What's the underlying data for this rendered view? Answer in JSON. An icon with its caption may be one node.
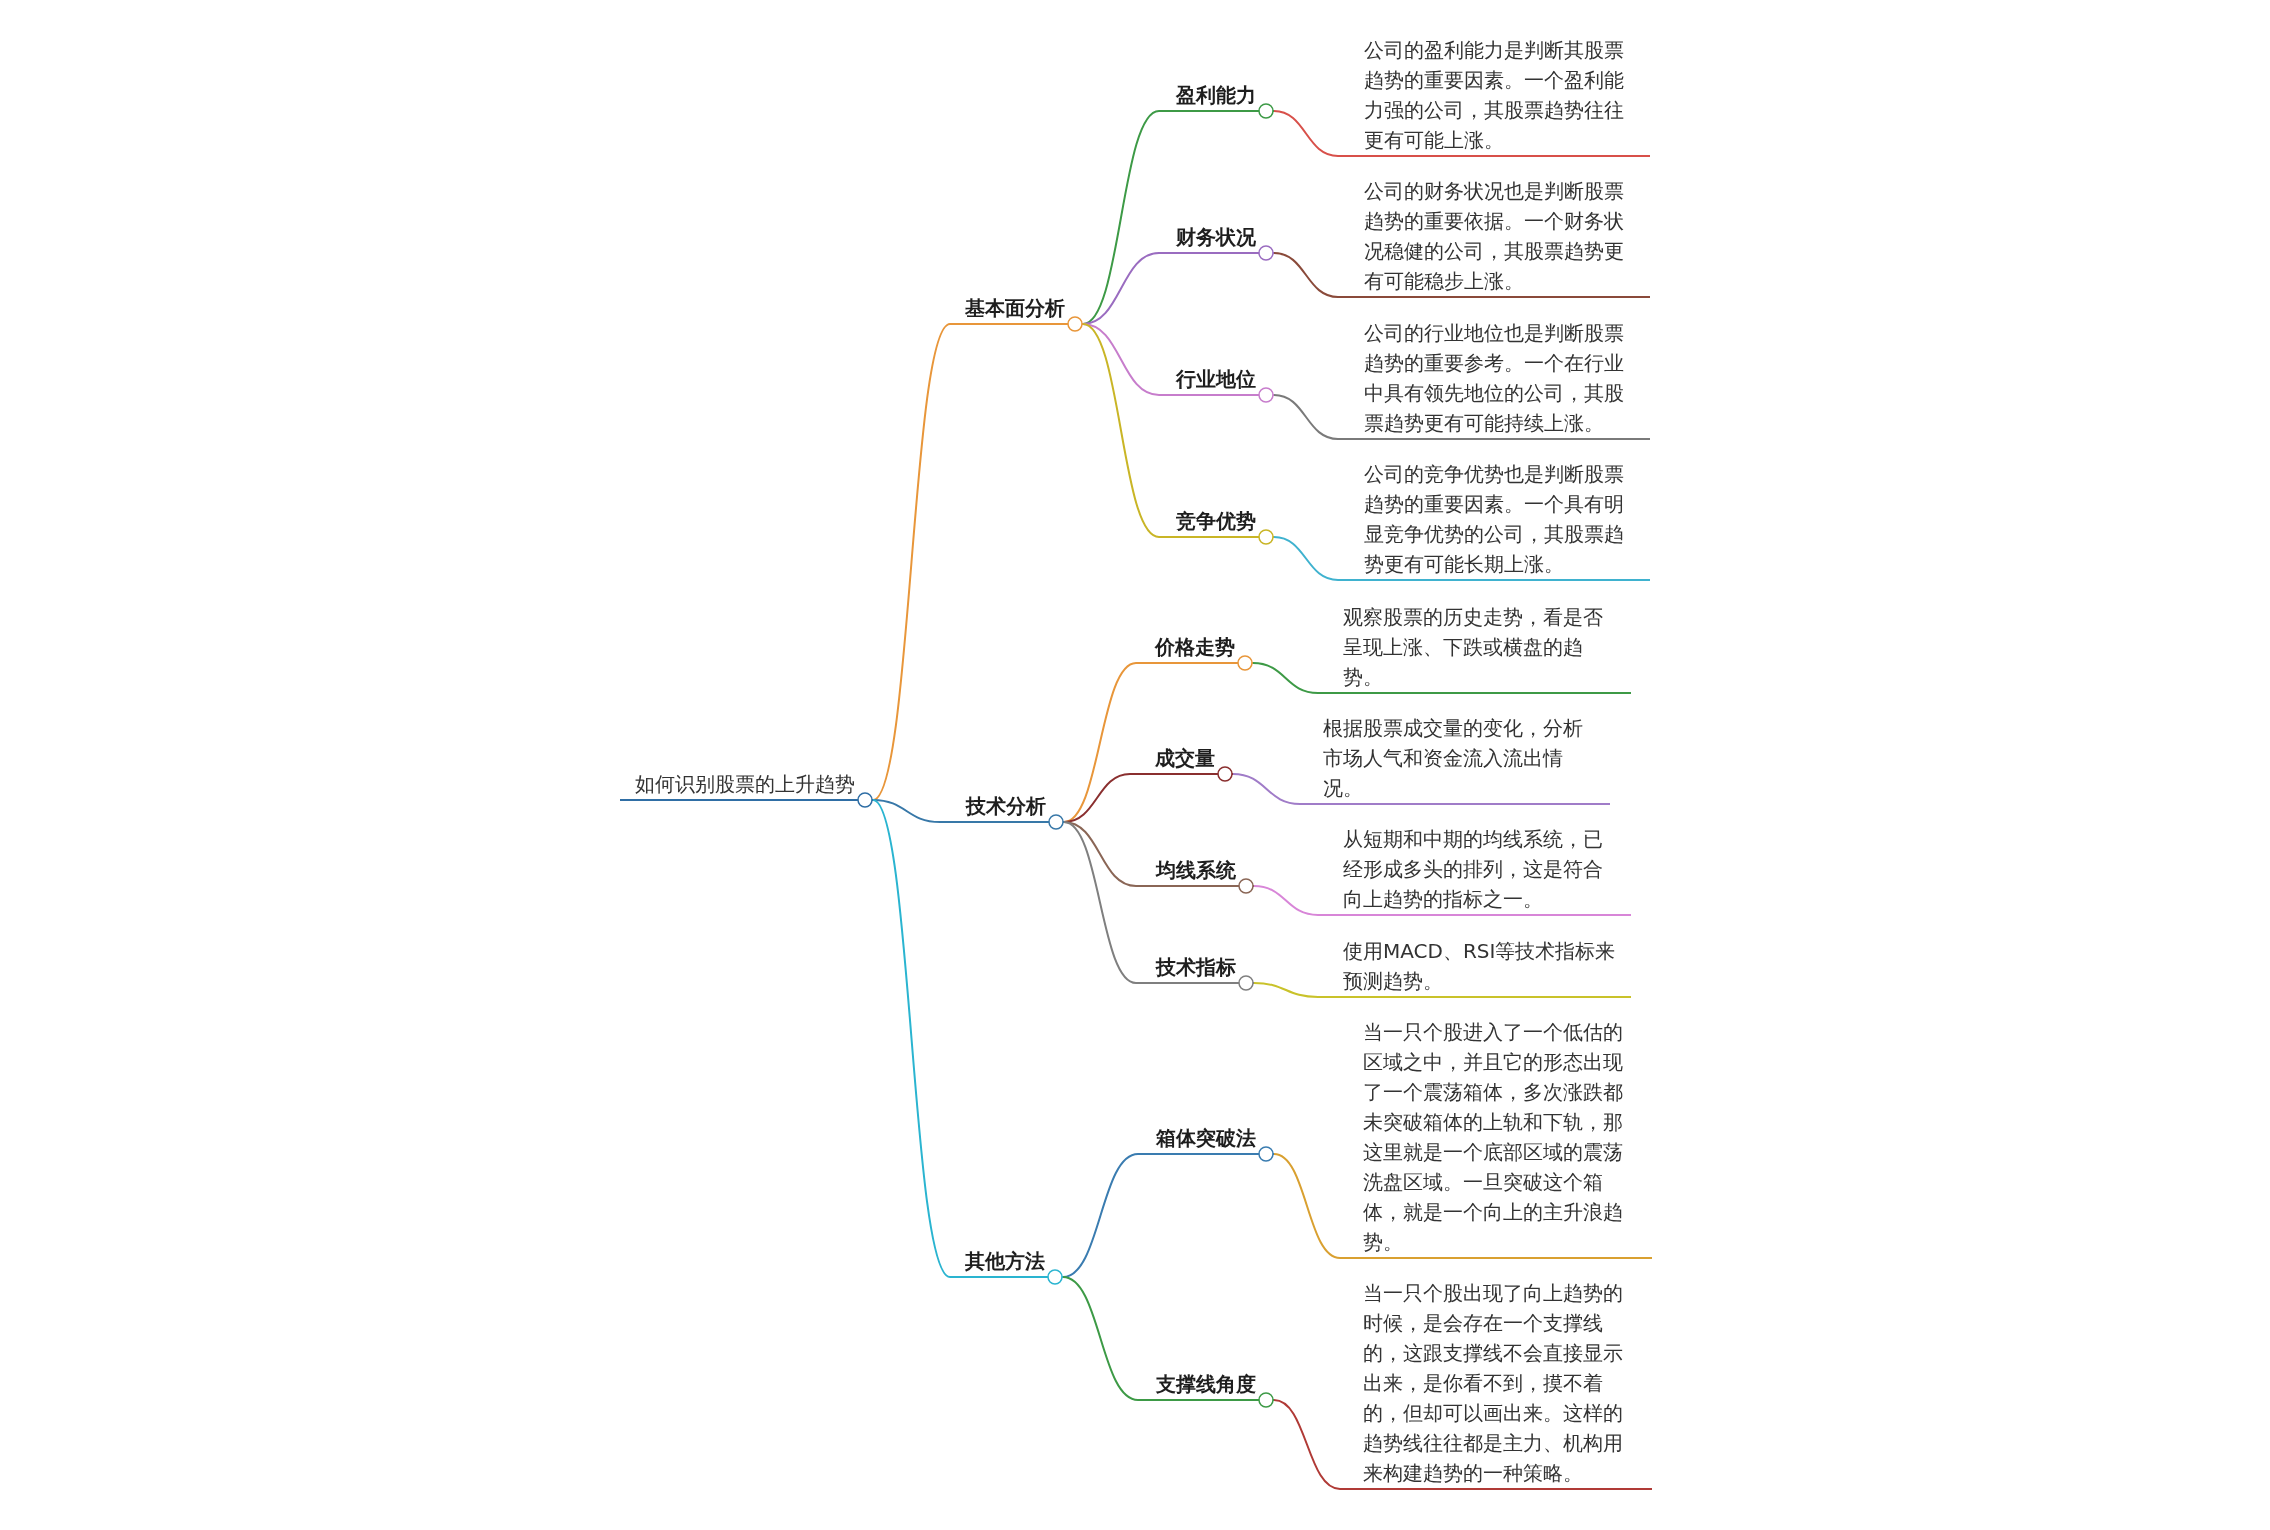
{
  "diagram": {
    "nodes": [
      {
        "text": [
          "如何识别股票的上升趋势"
        ]
      },
      {
        "text": [
          "基本面分析"
        ]
      },
      {
        "text": [
          "盈利能力"
        ]
      },
      {
        "text": [
          "公司的盈利能力是判断其股票趋势的重要因素。一个盈利能力强的公司，其股票趋势往往更有可能上涨。"
        ]
      },
      {
        "text": [
          "财务状况"
        ]
      },
      {
        "text": [
          "公司的财务状况也是判断股票趋势的重要依据。一个财务状况稳健的公司，其股票趋势更有可能稳步上涨。"
        ]
      },
      {
        "text": [
          "行业地位"
        ]
      },
      {
        "text": [
          "公司的行业地位也是判断股票趋势的重要参考。一个在行业中具有领先地位的公司，其股票趋势更有可能持续上涨。"
        ]
      },
      {
        "text": [
          "竞争优势"
        ]
      },
      {
        "text": [
          "公司的竞争优势也是判断股票趋势的重要因素。一个具有明显竞争优势的公司，其股票趋势更有可能长期上涨。"
        ]
      },
      {
        "text": [
          "技术分析"
        ]
      },
      {
        "text": [
          "价格走势"
        ]
      },
      {
        "text": [
          "观察股票的历史走势，看是否呈现上涨、下跌或横盘的趋势。"
        ]
      },
      {
        "text": [
          "成交量"
        ]
      },
      {
        "text": [
          "根据股票成交量的变化，分析市场人气和资金流入流出情况。"
        ]
      },
      {
        "text": [
          "均线系统"
        ]
      },
      {
        "text": [
          "从短期和中期的均线系统，已经形成多头的排列，这是符合向上趋势的指标之一。"
        ]
      },
      {
        "text": [
          "技术指标"
        ]
      },
      {
        "text": [
          "使用MACD、RSI等技术指标来预测趋势。"
        ]
      },
      {
        "text": [
          "其他方法"
        ]
      },
      {
        "text": [
          "箱体突破法"
        ]
      },
      {
        "text": [
          "当一只个股进入了一个低估的区域之中，并且它的形态出现了一个震荡箱体，多次涨跌都未突破箱体的上轨和下轨，那这里就是一个底部区域的震荡洗盘区域。一旦突破这个箱体，就是一个向上的主升浪趋势。"
        ]
      },
      {
        "text": [
          "支撑线角度"
        ]
      },
      {
        "text": [
          "当一只个股出现了向上趋势的时候，是会存在一个支撑线的，这跟支撑线不会直接显示出来，是你看不到，摸不着的，但却可以画出来。这样的趋势线往往都是主力、机构用来构建趋势的一种策略。"
        ]
      }
    ],
    "edges": [
      {
        "from": 0,
        "to": 1,
        "arrow": "none",
        "color": "#e8963a"
      },
      {
        "from": 1,
        "to": 2,
        "arrow": "none",
        "color": "#3d9a46"
      },
      {
        "from": 2,
        "to": 3,
        "arrow": "none",
        "color": "#d8504a"
      },
      {
        "from": 1,
        "to": 4,
        "arrow": "none",
        "color": "#9a6cc0"
      },
      {
        "from": 4,
        "to": 5,
        "arrow": "none",
        "color": "#8a4a3a"
      },
      {
        "from": 1,
        "to": 6,
        "arrow": "none",
        "color": "#c77dcc"
      },
      {
        "from": 6,
        "to": 7,
        "arrow": "none",
        "color": "#7a7a7a"
      },
      {
        "from": 1,
        "to": 8,
        "arrow": "none",
        "color": "#c9b526"
      },
      {
        "from": 8,
        "to": 9,
        "arrow": "none",
        "color": "#3fb2cf"
      },
      {
        "from": 0,
        "to": 10,
        "arrow": "none",
        "color": "#3878a8"
      },
      {
        "from": 10,
        "to": 11,
        "arrow": "none",
        "color": "#e8963a"
      },
      {
        "from": 11,
        "to": 12,
        "arrow": "none",
        "color": "#3d9a46"
      },
      {
        "from": 10,
        "to": 13,
        "arrow": "none",
        "color": "#8a2f2f"
      },
      {
        "from": 13,
        "to": 14,
        "arrow": "none",
        "color": "#a07cc8"
      },
      {
        "from": 10,
        "to": 15,
        "arrow": "none",
        "color": "#8a6656"
      },
      {
        "from": 15,
        "to": 16,
        "arrow": "none",
        "color": "#d886d8"
      },
      {
        "from": 10,
        "to": 17,
        "arrow": "none",
        "color": "#7f7f7f"
      },
      {
        "from": 17,
        "to": 18,
        "arrow": "none",
        "color": "#c9c22a"
      },
      {
        "from": 0,
        "to": 19,
        "arrow": "none",
        "color": "#2ab4d0"
      },
      {
        "from": 19,
        "to": 20,
        "arrow": "none",
        "color": "#3a7cb0"
      },
      {
        "from": 20,
        "to": 21,
        "arrow": "none",
        "color": "#d9a030"
      },
      {
        "from": 19,
        "to": 22,
        "arrow": "none",
        "color": "#3d9a46"
      },
      {
        "from": 22,
        "to": 23,
        "arrow": "none",
        "color": "#b03a36"
      }
    ]
  }
}
